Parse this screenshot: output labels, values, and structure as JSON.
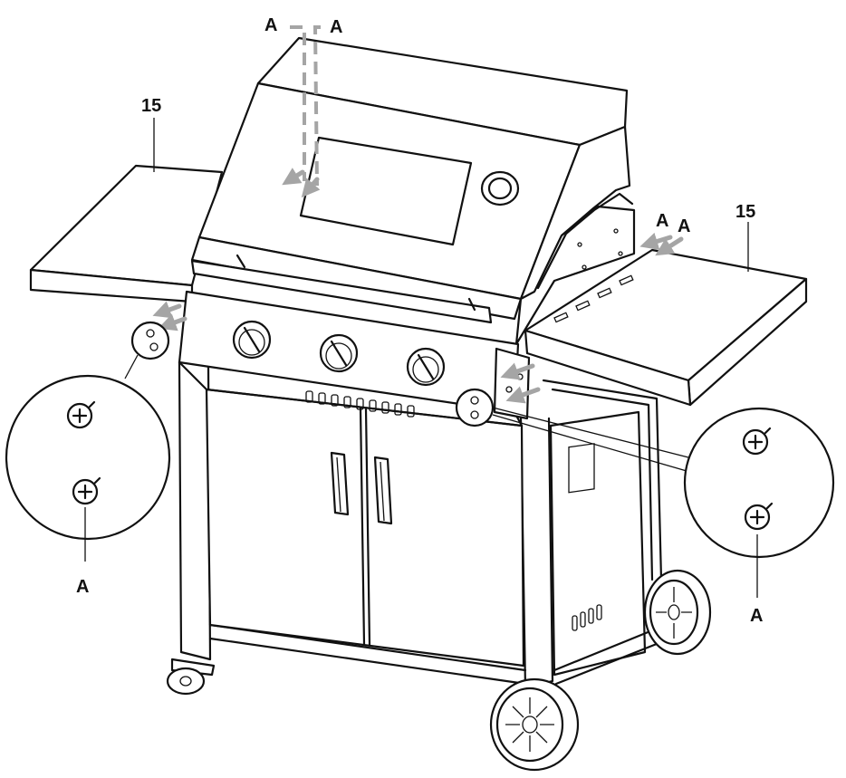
{
  "labels": {
    "part_left": "15",
    "part_right": "15",
    "screw_top_left": "A",
    "screw_top_right": "A",
    "screw_mid_right_1": "A",
    "screw_mid_right_2": "A",
    "callout_left": "A",
    "callout_right": "A"
  },
  "colors": {
    "line": "#111111",
    "arrow": "#a5a5a5",
    "background": "#ffffff"
  },
  "icons": [
    "screw-icon",
    "arrow-icon",
    "thermometer-icon"
  ]
}
